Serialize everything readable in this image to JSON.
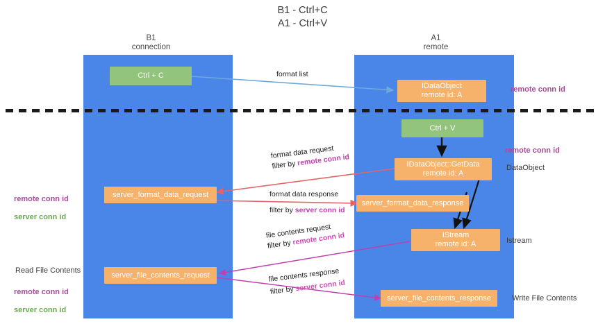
{
  "diagram": {
    "title": "B1 - Ctrl+C\nA1 - Ctrl+V",
    "columns": [
      {
        "name": "column-b1",
        "label": "B1\nconnection"
      },
      {
        "name": "column-a1",
        "label": "A1\nremote"
      }
    ],
    "nodes": [
      {
        "name": "node-ctrl-c",
        "label": "Ctrl + C",
        "color": "#93c47d"
      },
      {
        "name": "node-idataobject",
        "label": "IDataObject\nremote id: A",
        "color": "#f6b26b"
      },
      {
        "name": "node-ctrl-v",
        "label": "Ctrl + V",
        "color": "#93c47d"
      },
      {
        "name": "node-idataobject-getdata",
        "label": "IDataObject::GetData\nremote id: A",
        "color": "#f6b26b"
      },
      {
        "name": "node-server-format-data-request",
        "label": "server_format_data_request",
        "color": "#f6b26b"
      },
      {
        "name": "node-server-format-data-response",
        "label": "server_format_data_response",
        "color": "#f6b26b"
      },
      {
        "name": "node-istream",
        "label": "IStream\nremote id: A",
        "color": "#f6b26b"
      },
      {
        "name": "node-server-file-contents-request",
        "label": "server_file_contents_request",
        "color": "#f6b26b"
      },
      {
        "name": "node-server-file-contents-response",
        "label": "server_file_contents_response",
        "color": "#f6b26b"
      }
    ],
    "edges": [
      {
        "name": "edge-format-list",
        "line1": "format list",
        "line2": "",
        "filter_label": "",
        "filter_value": "",
        "color": "#6fa8dc"
      },
      {
        "name": "edge-format-data-request",
        "line1": "format data request",
        "line2_prefix": "filter by ",
        "filter_value": "remote conn id",
        "color": "#e06666"
      },
      {
        "name": "edge-format-data-response",
        "line1": "format data response",
        "line2_prefix": "filter by ",
        "filter_value": "server conn id",
        "color": "#e06666"
      },
      {
        "name": "edge-file-contents-request",
        "line1": "file contents request",
        "line2_prefix": "filter by ",
        "filter_value": "remote conn id",
        "color": "#c13fb0"
      },
      {
        "name": "edge-file-contents-response",
        "line1": "file contents response",
        "line2_prefix": "filter by ",
        "filter_value": "server conn id",
        "color": "#c13fb0"
      }
    ],
    "annotations": {
      "right_remote_conn_id_top": "remote conn id",
      "right_remote_conn_id_mid": "remote conn id",
      "right_dataobject": "DataObject",
      "right_istream": "Istream",
      "right_write_file_contents": "Write File Contents",
      "left_read_file_contents": "Read File Contents",
      "left_ids_mid_remote": "remote conn id",
      "left_ids_mid_server": "server conn id",
      "left_ids_bottom_remote": "remote conn id",
      "left_ids_bottom_server": "server conn id"
    },
    "colors": {
      "lane": "#4a86e8",
      "orange": "#f6b26b",
      "green": "#93c47d",
      "purple": "#a64d9a",
      "green_text": "#6aa84f",
      "magenta": "#c13fb0",
      "red": "#e06666",
      "blue_arrow": "#6fa8dc",
      "divider": "#1a1a1a"
    }
  }
}
